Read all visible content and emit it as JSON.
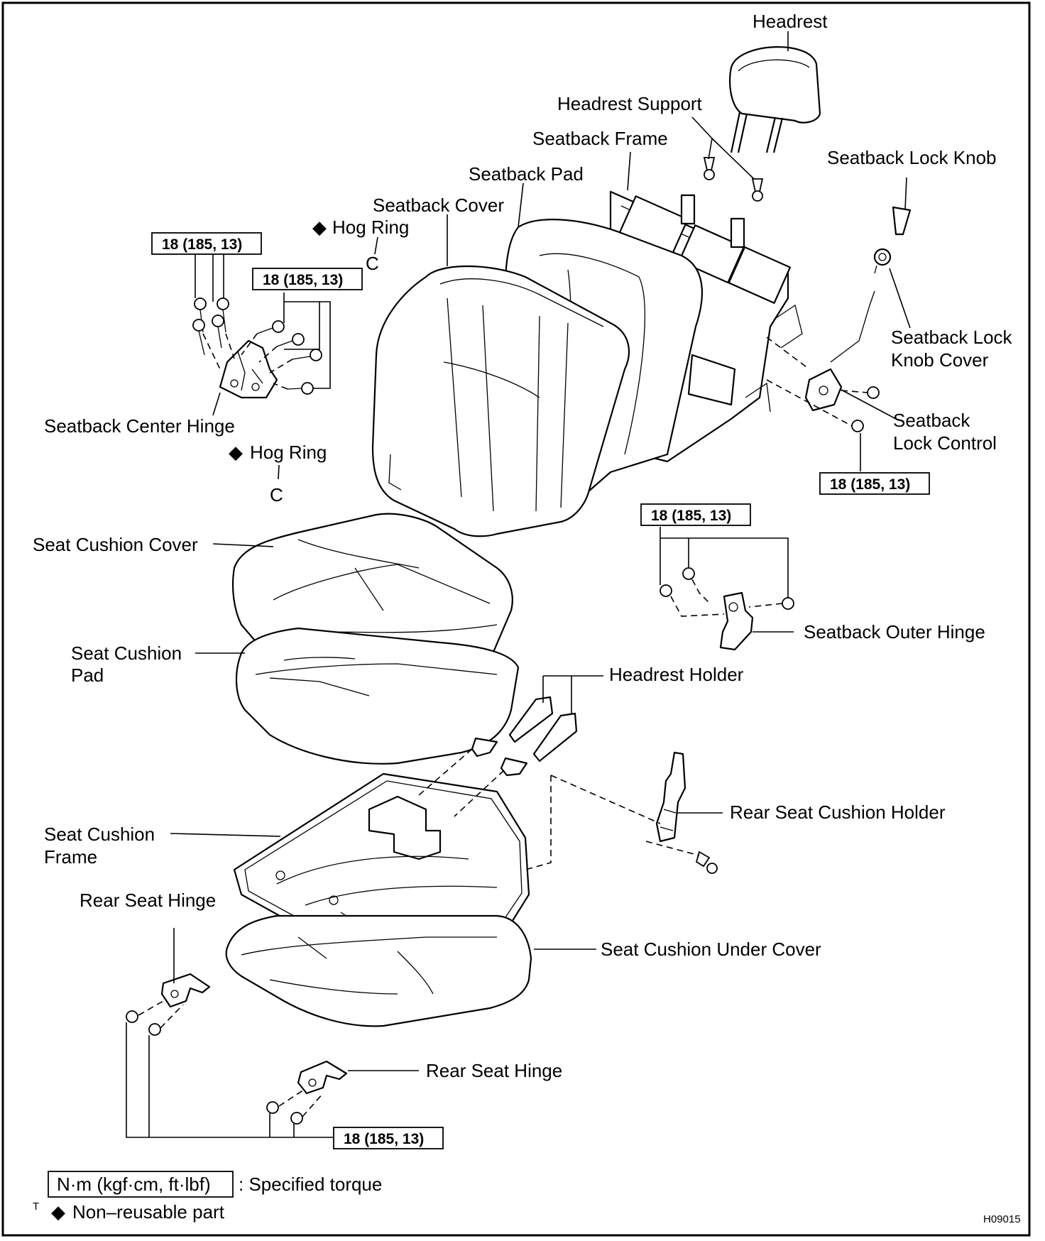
{
  "labels": {
    "headrest": "Headrest",
    "headrest_support": "Headrest Support",
    "seatback_frame": "Seatback Frame",
    "seatback_pad": "Seatback Pad",
    "seatback_cover": "Seatback Cover",
    "hog_ring_top": "Hog Ring",
    "hog_ring_mid": "Hog Ring",
    "seatback_lock_knob": "Seatback Lock Knob",
    "seatback_lock_knob_cover_1": "Seatback Lock",
    "seatback_lock_knob_cover_2": "Knob Cover",
    "seatback_lock_control_1": "Seatback",
    "seatback_lock_control_2": "Lock Control",
    "seatback_center_hinge": "Seatback Center Hinge",
    "seat_cushion_cover": "Seat Cushion Cover",
    "seat_cushion_pad_1": "Seat Cushion",
    "seat_cushion_pad_2": "Pad",
    "seatback_outer_hinge": "Seatback Outer Hinge",
    "headrest_holder": "Headrest Holder",
    "rear_seat_cushion_holder": "Rear Seat Cushion Holder",
    "seat_cushion_frame_1": "Seat Cushion",
    "seat_cushion_frame_2": "Frame",
    "rear_seat_hinge_left": "Rear Seat Hinge",
    "rear_seat_hinge_right": "Rear Seat Hinge",
    "seat_cushion_under_cover": "Seat Cushion Under Cover"
  },
  "torque_specs": {
    "center_hinge_upper": "18 (185, 13)",
    "center_hinge_lower": "18 (185, 13)",
    "lock_control": "18 (185, 13)",
    "outer_hinge": "18 (185, 13)",
    "rear_hinges": "18 (185, 13)"
  },
  "legend": {
    "torque_unit": "N·m (kgf·cm, ft·lbf)",
    "torque_meaning": ": Specified torque",
    "nonreusable_symbol": "◆",
    "nonreusable_meaning": "Non–reusable part",
    "corner_mark": "T"
  },
  "figure_code": "H09015",
  "symbols": {
    "hog_ring_glyph": "C",
    "diamond": "◆"
  }
}
